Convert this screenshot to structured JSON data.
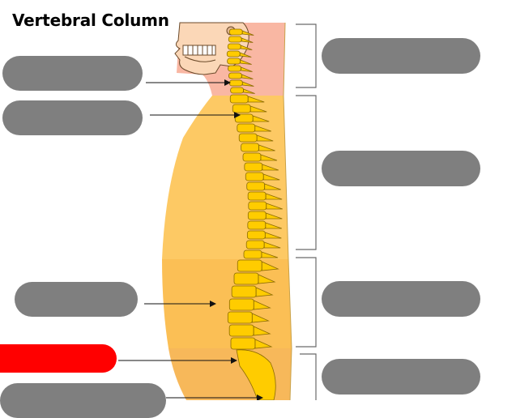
{
  "title": "Vertebral Column",
  "colors": {
    "pill": "#7f7f7f",
    "pill_active": "#ff0000",
    "cervical_region": "#f9b7a3",
    "thoracic_region": "#fdc964",
    "lumbar_region": "#fbbf55",
    "sacral_region": "#f7b85a",
    "vertebra": "#ffcc00",
    "vertebra_outline": "#8a6a00",
    "skull": "#fbd7b7"
  },
  "labels": [
    {
      "id": "left-1",
      "text": "",
      "active": false
    },
    {
      "id": "left-2",
      "text": "",
      "active": false
    },
    {
      "id": "left-3",
      "text": "",
      "active": false
    },
    {
      "id": "left-4",
      "text": "",
      "active": true
    },
    {
      "id": "left-5",
      "text": "",
      "active": false
    },
    {
      "id": "right-1",
      "text": "",
      "active": false
    },
    {
      "id": "right-2",
      "text": "",
      "active": false
    },
    {
      "id": "right-3",
      "text": "",
      "active": false
    },
    {
      "id": "right-4",
      "text": "",
      "active": false
    }
  ]
}
